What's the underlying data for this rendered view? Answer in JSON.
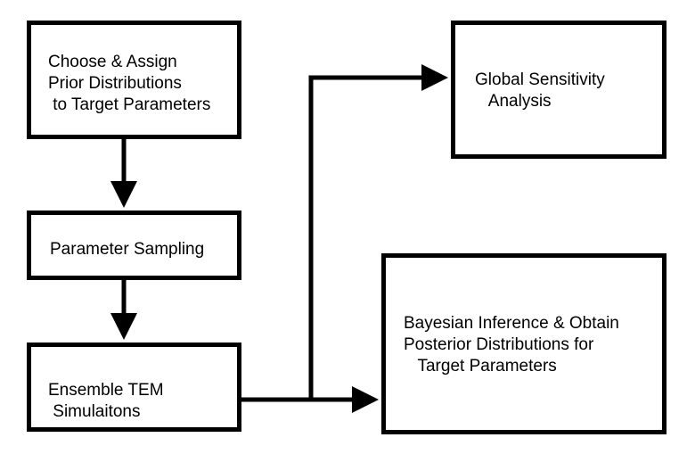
{
  "diagram": {
    "boxes": {
      "prior": {
        "label": "Choose & Assign\nPrior Distributions\n to Target Parameters"
      },
      "sampling": {
        "label": "Parameter Sampling"
      },
      "ensemble": {
        "label": "Ensemble TEM\n Simulaitons"
      },
      "sensitivity": {
        "label": "Global Sensitivity\n   Analysis"
      },
      "bayesian": {
        "label": "Bayesian Inference & Obtain\nPosterior Distributions for\n   Target Parameters"
      }
    }
  }
}
